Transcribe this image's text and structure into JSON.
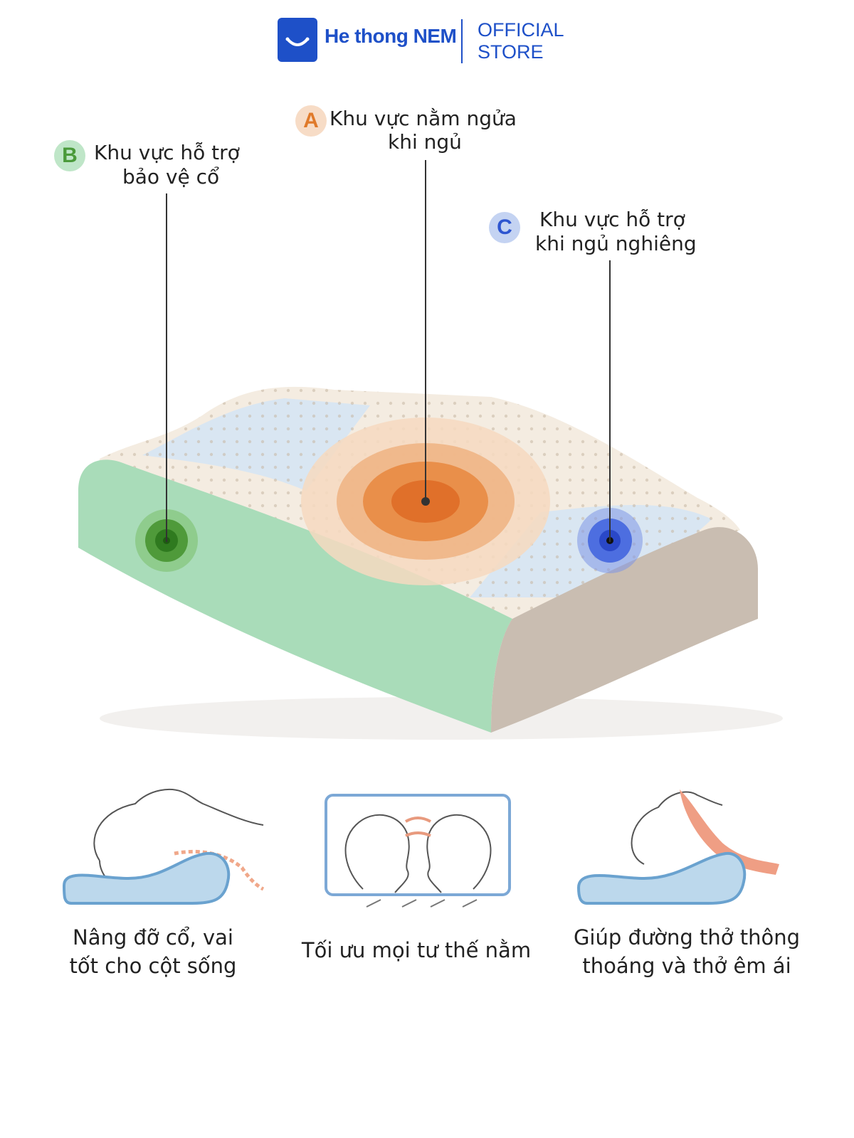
{
  "header": {
    "brand_name": "He thong NEM",
    "store_line1": "OFFICIAL",
    "store_line2": "STORE",
    "brand_color": "#1e50c8"
  },
  "callouts": {
    "a": {
      "badge": "A",
      "line1": "Khu vực nằm ngửa",
      "line2": "khi ngủ",
      "color": "#e07a2a"
    },
    "b": {
      "badge": "B",
      "line1": "Khu vực hỗ trợ",
      "line2": "bảo vệ cổ",
      "color": "#4a9a3a"
    },
    "c": {
      "badge": "C",
      "line1": "Khu vực hỗ trợ",
      "line2": "khi ngủ nghiêng",
      "color": "#2d55d0"
    }
  },
  "features": [
    {
      "line1": "Nâng đỡ cổ, vai",
      "line2": "tốt cho cột sống",
      "icon": "neck-support-icon"
    },
    {
      "line1": "Tối ưu mọi tư thế nằm",
      "line2": "",
      "icon": "sleep-positions-icon"
    },
    {
      "line1": "Giúp đường thở thông",
      "line2": "thoáng và thở êm ái",
      "icon": "airway-icon"
    }
  ]
}
